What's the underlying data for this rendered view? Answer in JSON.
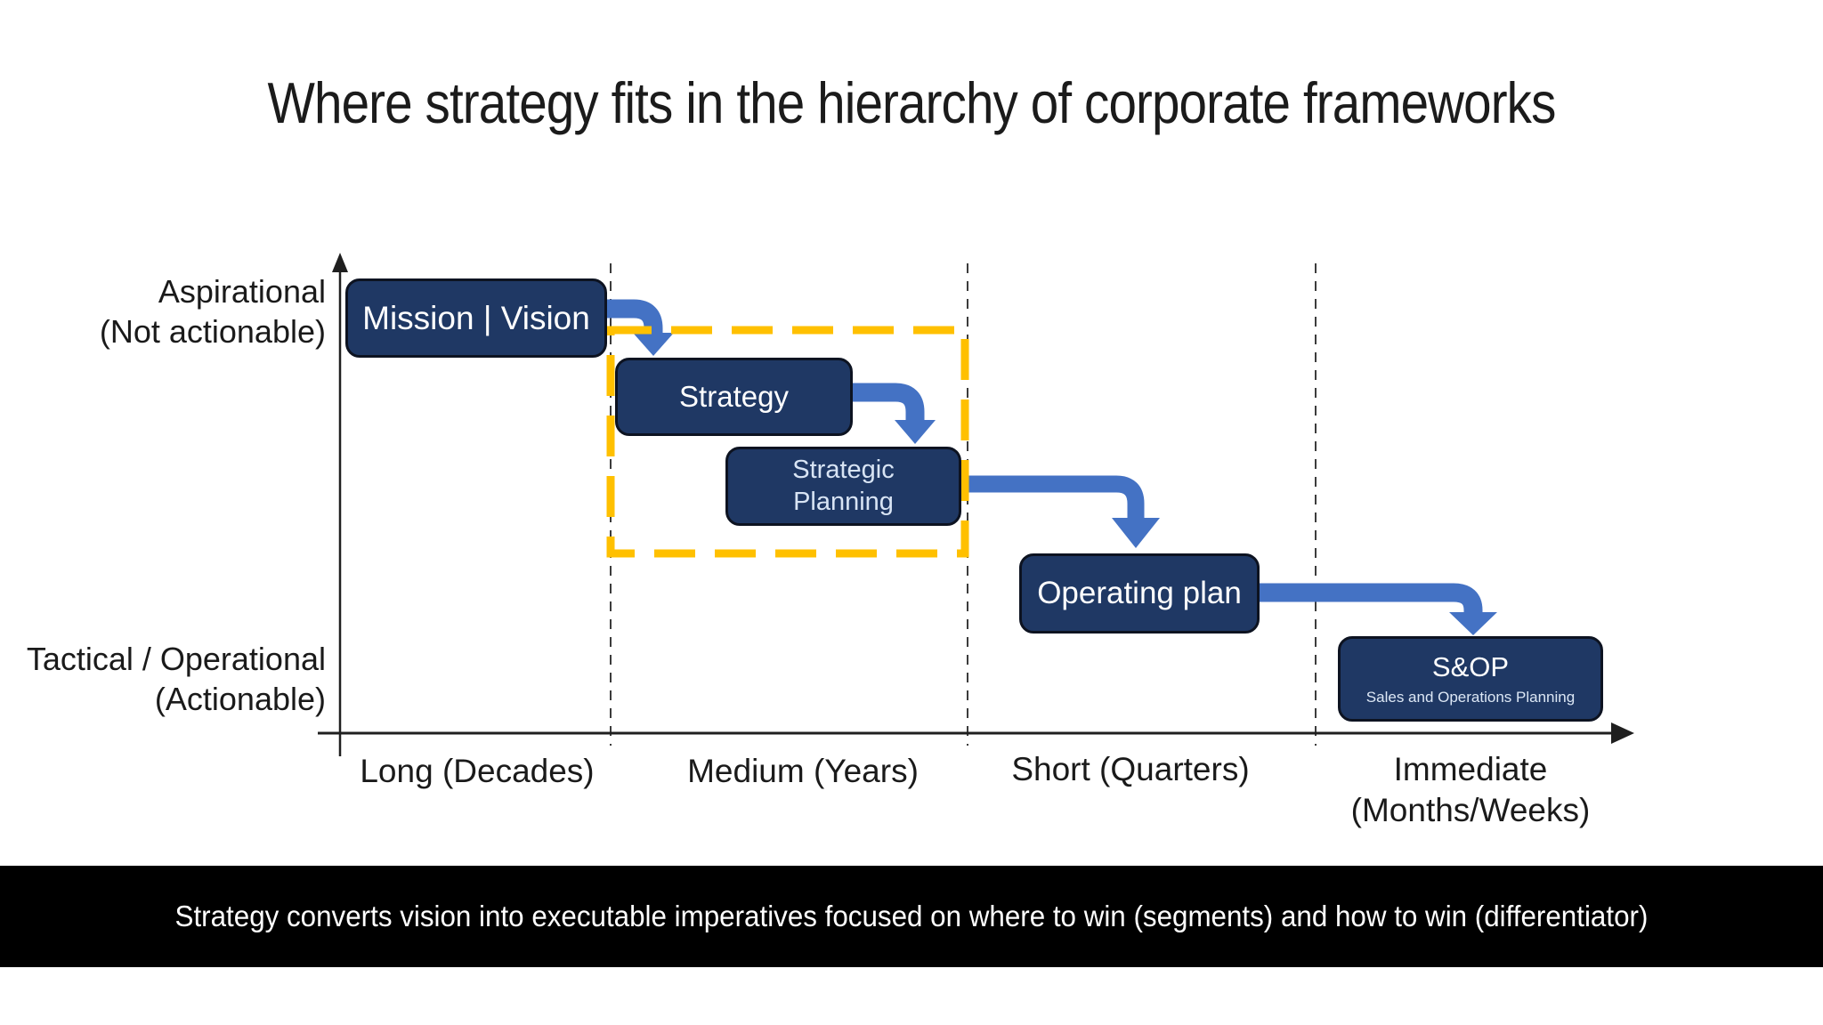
{
  "title": "Where strategy fits in the hierarchy of corporate frameworks",
  "y_axis": {
    "top_label": {
      "line1": "Aspirational",
      "line2": "(Not actionable)"
    },
    "bottom_label": {
      "line1": "Tactical / Operational",
      "line2": "(Actionable)"
    }
  },
  "x_axis": {
    "labels": [
      {
        "line1": "Long (Decades)",
        "line2": ""
      },
      {
        "line1": "Medium (Years)",
        "line2": ""
      },
      {
        "line1": "Short (Quarters)",
        "line2": ""
      },
      {
        "line1": "Immediate",
        "line2": "(Months/Weeks)"
      }
    ]
  },
  "boxes": {
    "mission": {
      "label": "Mission | Vision"
    },
    "strategy": {
      "label": "Strategy"
    },
    "strategic_planning": {
      "line1": "Strategic",
      "line2": "Planning"
    },
    "operating_plan": {
      "label": "Operating plan"
    },
    "sop": {
      "label": "S&OP",
      "sublabel": "Sales and Operations Planning"
    }
  },
  "banner": {
    "text": "Strategy converts vision into executable imperatives focused on where to win (segments) and how to win (differentiator)"
  },
  "colors": {
    "box_fill": "#1F3864",
    "box_border": "#0D1321",
    "arrow_blue": "#4472C4",
    "highlight_yellow": "#FFC000",
    "banner_bg": "#000000"
  }
}
